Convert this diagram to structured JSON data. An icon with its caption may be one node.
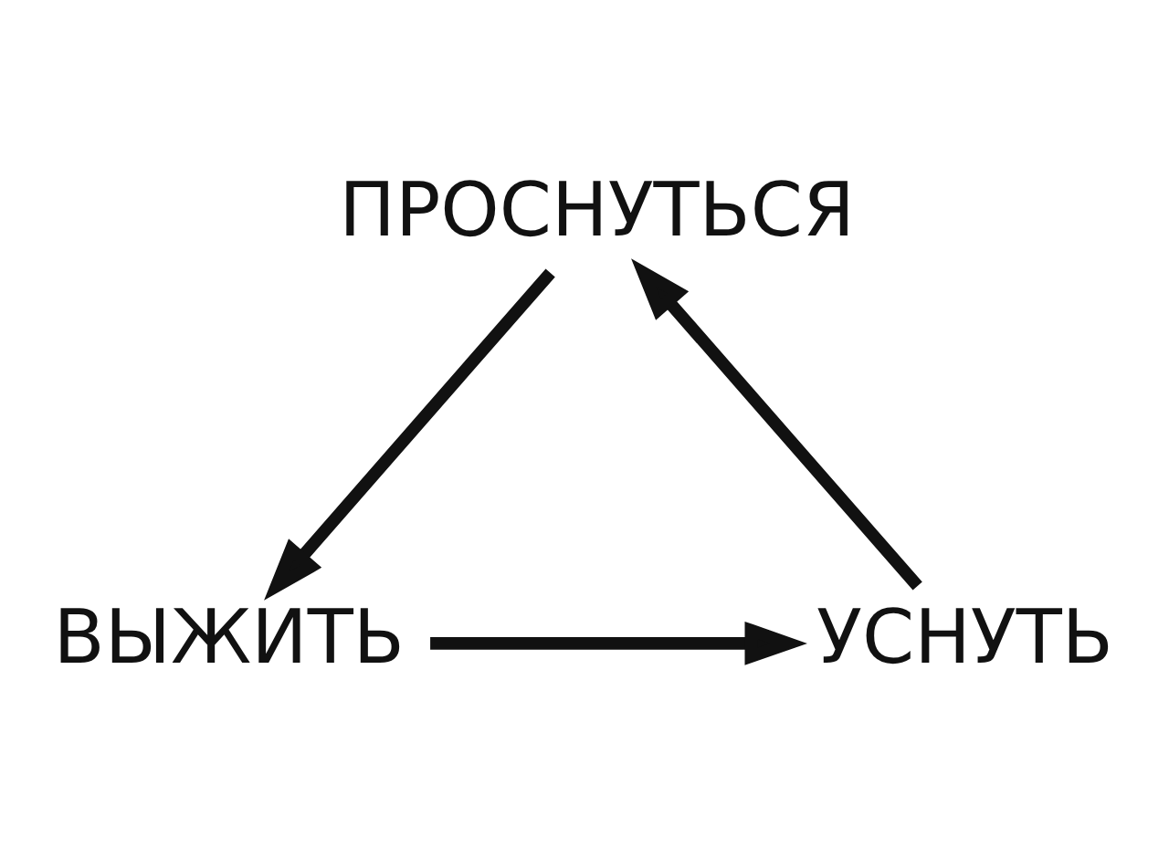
{
  "diagram": {
    "nodes": [
      {
        "text": [
          "ПРОСНУТЬСЯ"
        ]
      },
      {
        "text": [
          "ВЫЖИТЬ"
        ]
      },
      {
        "text": [
          "УСНУТЬ"
        ]
      }
    ],
    "edges": [
      {
        "from": 0,
        "to": 1,
        "arrow": "to"
      },
      {
        "from": 1,
        "to": 2,
        "arrow": "to"
      },
      {
        "from": 2,
        "to": 0,
        "arrow": "to"
      }
    ]
  }
}
